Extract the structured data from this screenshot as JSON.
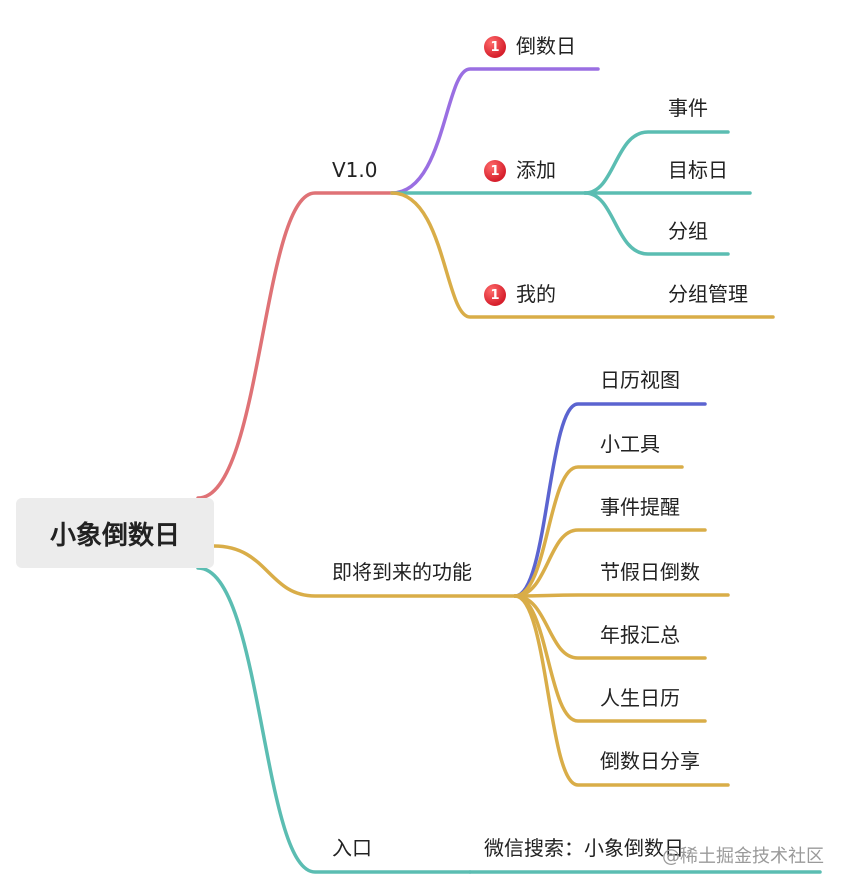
{
  "root": "小象倒数日",
  "colors": {
    "red": "#df7276",
    "purple": "#9a6fe2",
    "teal": "#5bbdb2",
    "gold": "#d9ad48",
    "blue": "#5b64d0"
  },
  "v1": {
    "label": "V1.0",
    "badge": "1",
    "items": [
      {
        "label": "倒数日"
      },
      {
        "label": "添加",
        "children": [
          "事件",
          "目标日",
          "分组"
        ]
      },
      {
        "label": "我的",
        "children": [
          "分组管理"
        ]
      }
    ]
  },
  "upcoming": {
    "label": "即将到来的功能",
    "children": [
      "日历视图",
      "小工具",
      "事件提醒",
      "节假日倒数",
      "年报汇总",
      "人生日历",
      "倒数日分享"
    ]
  },
  "entry": {
    "label": "入口",
    "child": "微信搜索：小象倒数日"
  },
  "watermark": "@稀土掘金技术社区"
}
